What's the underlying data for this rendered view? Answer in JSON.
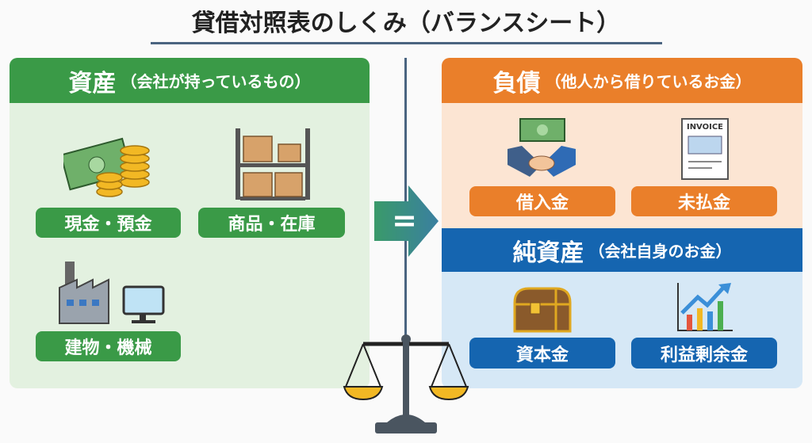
{
  "title": "貸借対照表のしくみ（バランスシート）",
  "assets": {
    "heading": "資産",
    "sub": "（会社が持っているもの）",
    "items": [
      "現金・預金",
      "商品・在庫",
      "建物・機械"
    ]
  },
  "liabilities": {
    "heading": "負債",
    "sub": "（他人から借りているお金）",
    "items": [
      "借入金",
      "未払金"
    ]
  },
  "equity": {
    "heading": "純資産",
    "sub": "（会社自身のお金）",
    "items": [
      "資本金",
      "利益剰余金"
    ]
  },
  "equals": "=",
  "invoice_label": "INVOICE",
  "colors": {
    "green": "#3a9a47",
    "orange": "#ea7f2a",
    "blue": "#1565b0"
  }
}
